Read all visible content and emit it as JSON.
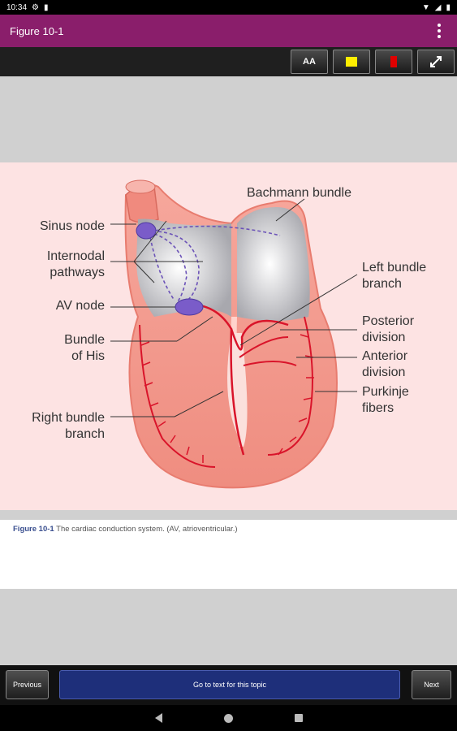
{
  "status_bar": {
    "time": "10:34"
  },
  "app_bar": {
    "title": "Figure 10-1"
  },
  "toolbar": {
    "text_size_label": "AA",
    "highlight_yellow": "#ffee00",
    "highlight_red": "#e00000"
  },
  "figure": {
    "labels": {
      "sinus_node": "Sinus node",
      "internodal_1": "Internodal",
      "internodal_2": "pathways",
      "av_node": "AV node",
      "bundle_1": "Bundle",
      "bundle_2": "of His",
      "rbb_1": "Right bundle",
      "rbb_2": "branch",
      "bachmann": "Bachmann bundle",
      "lbb_1": "Left bundle",
      "lbb_2": "branch",
      "post_1": "Posterior",
      "post_2": "division",
      "ant_1": "Anterior",
      "ant_2": "division",
      "purk_1": "Purkinje",
      "purk_2": "fibers"
    }
  },
  "caption": {
    "label": "Figure 10-1",
    "text": " The cardiac conduction system. (AV, atrioventricular.)"
  },
  "bottom_bar": {
    "previous": "Previous",
    "go_to_text": "Go to text for this topic",
    "next": "Next"
  }
}
